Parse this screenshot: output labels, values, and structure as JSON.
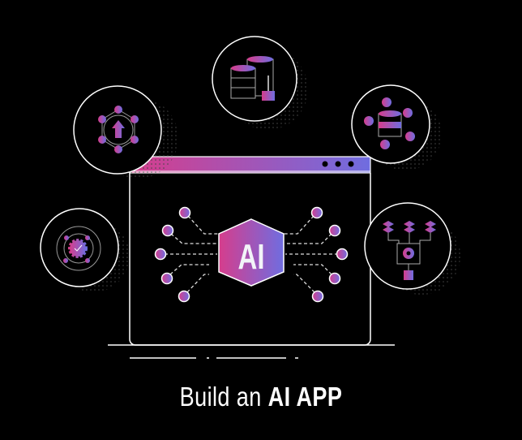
{
  "badge": {
    "label": "AI"
  },
  "caption": {
    "regular": "Build an ",
    "bold": "AI APP"
  },
  "colors": {
    "gradient_start": "#d63d8c",
    "gradient_end": "#6f6de0",
    "background": "#000000",
    "line": "#ffffff"
  },
  "feature_icons": [
    "data-upload-network-icon",
    "database-cleaning-icon",
    "database-shapes-icon",
    "settings-check-cycle-icon",
    "processor-layers-icon"
  ]
}
